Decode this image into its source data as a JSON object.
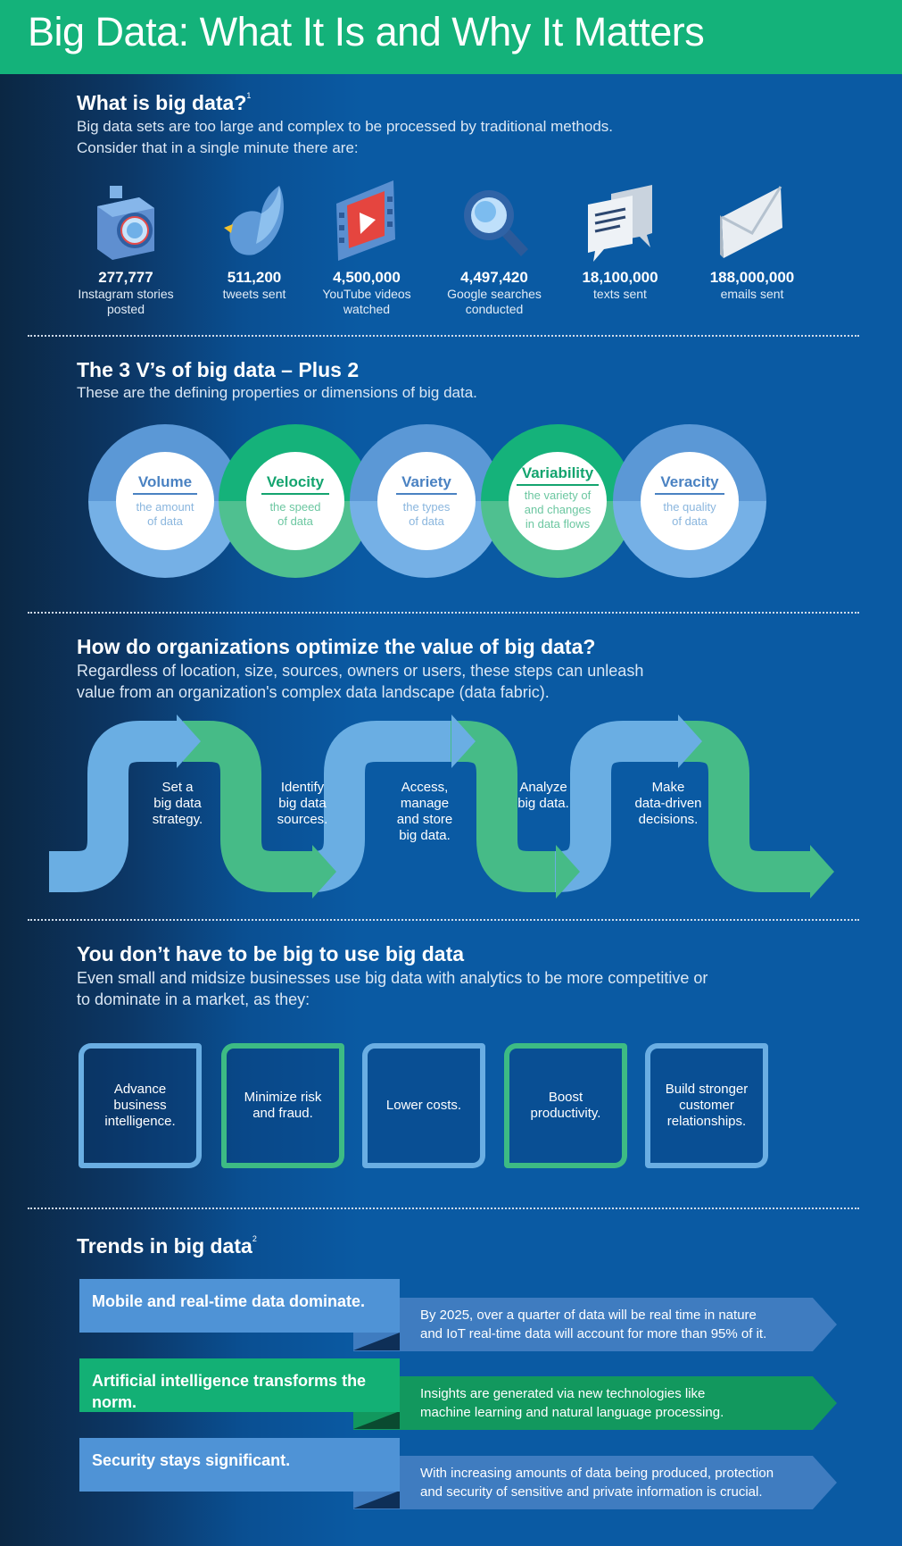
{
  "title": "Big Data: What It Is and Why It Matters",
  "colors": {
    "green": "#14b27a",
    "blue_light": "#6aaee3",
    "blue_dark": "#0a5aa3",
    "navy": "#0b2743"
  },
  "what": {
    "heading": "What is big data?",
    "footnote": "1",
    "lines": [
      "Big data sets are too large and complex to be processed by traditional methods.",
      "Consider that in a single minute there are:"
    ],
    "stats": [
      {
        "icon": "camera-icon",
        "value": "277,777",
        "label1": "Instagram stories",
        "label2": "posted"
      },
      {
        "icon": "bird-icon",
        "value": "511,200",
        "label1": "tweets sent",
        "label2": ""
      },
      {
        "icon": "video-icon",
        "value": "4,500,000",
        "label1": "YouTube videos",
        "label2": "watched"
      },
      {
        "icon": "magnifier-icon",
        "value": "4,497,420",
        "label1": "Google searches",
        "label2": "conducted"
      },
      {
        "icon": "chat-icon",
        "value": "18,100,000",
        "label1": "texts sent",
        "label2": ""
      },
      {
        "icon": "envelope-icon",
        "value": "188,000,000",
        "label1": "emails sent",
        "label2": ""
      }
    ]
  },
  "vs": {
    "heading": "The 3 V’s of big data – Plus 2",
    "sub": "These are the defining properties or dimensions of big data.",
    "items": [
      {
        "name": "Volume",
        "d1": "the amount",
        "d2": "of data",
        "d3": ""
      },
      {
        "name": "Velocity",
        "d1": "the speed",
        "d2": "of data",
        "d3": ""
      },
      {
        "name": "Variety",
        "d1": "the types",
        "d2": "of data",
        "d3": ""
      },
      {
        "name": "Variability",
        "d1": "the variety of",
        "d2": "and changes",
        "d3": "in data flows"
      },
      {
        "name": "Veracity",
        "d1": "the quality",
        "d2": "of data",
        "d3": ""
      }
    ]
  },
  "optimize": {
    "heading": "How do organizations optimize the value of big data?",
    "lines": [
      "Regardless of location, size, sources, owners or users, these steps can unleash",
      "value from an organization's complex data landscape (data fabric)."
    ],
    "steps": [
      [
        "Set a",
        "big data",
        "strategy.",
        ""
      ],
      [
        "Identify",
        "big data",
        "sources.",
        ""
      ],
      [
        "Access,",
        "manage",
        "and store",
        "big data."
      ],
      [
        "Analyze",
        "big data.",
        "",
        ""
      ],
      [
        "Make",
        "data-driven",
        "decisions.",
        ""
      ]
    ]
  },
  "small": {
    "heading": "You don’t have to be big to use big data",
    "lines": [
      "Even small and midsize businesses use big data with analytics to be more competitive or",
      "to dominate in a market, as they:"
    ],
    "items": [
      "Advance business intelligence.",
      "Minimize risk and fraud.",
      "Lower costs.",
      "Boost productivity.",
      "Build stronger customer relationships."
    ]
  },
  "trends": {
    "heading": "Trends in big data",
    "footnote": "2",
    "items": [
      {
        "title": "Mobile and real-time data dominate.",
        "d1": "By 2025, over a quarter of data will be real time in nature",
        "d2": "and IoT real-time data will account for more than 95% of it."
      },
      {
        "title": "Artificial intelligence transforms the norm.",
        "d1": "Insights are generated via new technologies like",
        "d2": "machine learning and natural language processing."
      },
      {
        "title": "Security stays significant.",
        "d1": "With increasing amounts of data being produced, protection",
        "d2": "and security of sensitive and private information is crucial."
      }
    ]
  }
}
